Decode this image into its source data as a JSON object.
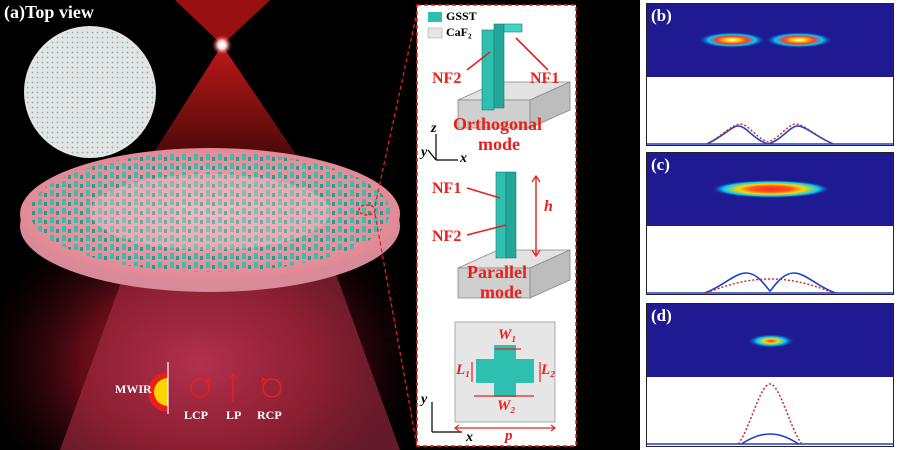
{
  "main": {
    "title": "(a)Top view",
    "legend": {
      "gsst": "GSST",
      "caf2": "CaF₂"
    },
    "axes": {
      "z": "z",
      "y": "y",
      "x": "x",
      "y2": "y",
      "x2": "x"
    },
    "orthogonal": {
      "nf2": "NF2",
      "nf1": "NF1",
      "mode_line1": "Orthogonal",
      "mode_line2": "mode"
    },
    "parallel": {
      "nf1": "NF1",
      "nf2": "NF2",
      "height": "h",
      "mode_line1": "Parallel",
      "mode_line2": "mode"
    },
    "unit_cell": {
      "w1": "W₁",
      "w2": "W₂",
      "l1": "L₁",
      "l2": "L₂",
      "p": "p"
    },
    "polarization": {
      "mwir": "MWIR",
      "lcp": "LCP",
      "lp": "LP",
      "rcp": "RCP"
    },
    "colors": {
      "gsst": "#2fbfb0",
      "caf2": "#e6e6e6",
      "annotation": "#e8201c",
      "beam": "#ff1a1a"
    }
  },
  "panels": [
    {
      "label": "(b)"
    },
    {
      "label": "(c)"
    },
    {
      "label": "(d)"
    }
  ]
}
